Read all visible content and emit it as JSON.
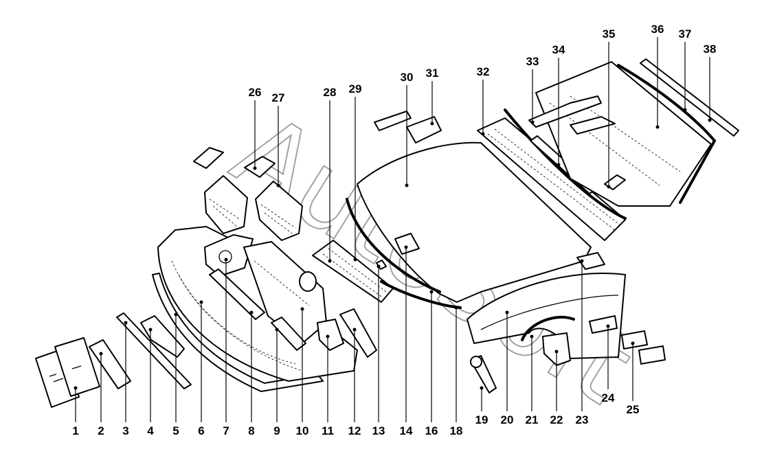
{
  "watermark": "AutoSoft",
  "callouts": [
    {
      "id": "1",
      "label": "1"
    },
    {
      "id": "2",
      "label": "2"
    },
    {
      "id": "3",
      "label": "3"
    },
    {
      "id": "4",
      "label": "4"
    },
    {
      "id": "5",
      "label": "5"
    },
    {
      "id": "6",
      "label": "6"
    },
    {
      "id": "7",
      "label": "7"
    },
    {
      "id": "8",
      "label": "8"
    },
    {
      "id": "9",
      "label": "9"
    },
    {
      "id": "10",
      "label": "10"
    },
    {
      "id": "11",
      "label": "11"
    },
    {
      "id": "12",
      "label": "12"
    },
    {
      "id": "13",
      "label": "13"
    },
    {
      "id": "14",
      "label": "14"
    },
    {
      "id": "16",
      "label": "16"
    },
    {
      "id": "18",
      "label": "18"
    },
    {
      "id": "19",
      "label": "19"
    },
    {
      "id": "20",
      "label": "20"
    },
    {
      "id": "21",
      "label": "21"
    },
    {
      "id": "22",
      "label": "22"
    },
    {
      "id": "23",
      "label": "23"
    },
    {
      "id": "24",
      "label": "24"
    },
    {
      "id": "25",
      "label": "25"
    },
    {
      "id": "26",
      "label": "26"
    },
    {
      "id": "27",
      "label": "27"
    },
    {
      "id": "28",
      "label": "28"
    },
    {
      "id": "29",
      "label": "29"
    },
    {
      "id": "30",
      "label": "30"
    },
    {
      "id": "31",
      "label": "31"
    },
    {
      "id": "32",
      "label": "32"
    },
    {
      "id": "33",
      "label": "33"
    },
    {
      "id": "34",
      "label": "34"
    },
    {
      "id": "35",
      "label": "35"
    },
    {
      "id": "36",
      "label": "36"
    },
    {
      "id": "37",
      "label": "37"
    },
    {
      "id": "38",
      "label": "38"
    }
  ]
}
